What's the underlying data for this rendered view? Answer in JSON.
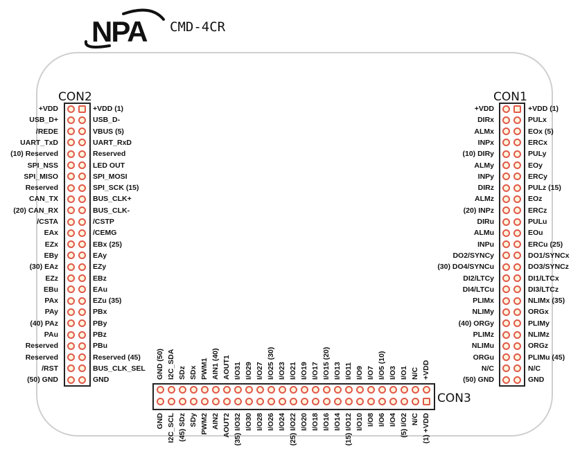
{
  "header": {
    "logo": "NPA",
    "model": "CMD-4CR"
  },
  "colors": {
    "pin_outline": "#e0584a",
    "pin_fill": "#fff6dc",
    "board_outline": "#cfcfcf"
  },
  "con2": {
    "title": "CON2",
    "left": [
      "+VDD",
      "USB_D+",
      "/REDE",
      "UART_TxD",
      "(10) Reserved",
      "SPI_NSS",
      "SPI_MISO",
      "Reserved",
      "CAN_TX",
      "(20) CAN_RX",
      "/CSTA",
      "EAx",
      "EZx",
      "EBy",
      "(30) EAz",
      "EZz",
      "EBu",
      "PAx",
      "PAy",
      "(40) PAz",
      "PAu",
      "Reserved",
      "Reserved",
      "/RST",
      "(50) GND"
    ],
    "right": [
      "+VDD (1)",
      "USB_D-",
      "VBUS (5)",
      "UART_RxD",
      "Reserved",
      "LED OUT",
      "SPI_MOSI",
      "SPI_SCK (15)",
      "BUS_CLK+",
      "BUS_CLK-",
      "/CSTP",
      "/CEMG",
      "EBx (25)",
      "EAy",
      "EZy",
      "EBz",
      "EAu",
      "EZu (35)",
      "PBx",
      "PBy",
      "PBz",
      "PBu",
      "Reserved (45)",
      "BUS_CLK_SEL",
      "GND"
    ]
  },
  "con1": {
    "title": "CON1",
    "left": [
      "+VDD",
      "DIRx",
      "ALMx",
      "INPx",
      "(10) DIRy",
      "ALMy",
      "INPy",
      "DIRz",
      "ALMz",
      "(20) INPz",
      "DIRu",
      "ALMu",
      "INPu",
      "DO2/SYNCy",
      "(30) DO4/SYNCu",
      "DI2/LTCy",
      "DI4/LTCu",
      "PLIMx",
      "NLIMy",
      "(40) ORGy",
      "PLIMz",
      "NLIMu",
      "ORGu",
      "N/C",
      "(50) GND"
    ],
    "right": [
      "+VDD (1)",
      "PULx",
      "EOx (5)",
      "ERCx",
      "PULy",
      "EOy",
      "ERCy",
      "PULz (15)",
      "EOz",
      "ERCz",
      "PULu",
      "EOu",
      "ERCu (25)",
      "DO1/SYNCx",
      "DO3/SYNCz",
      "DI1/LTCx",
      "DI3/LTCz",
      "NLIMx (35)",
      "ORGx",
      "PLIMy",
      "NLIMz",
      "ORGz",
      "PLIMu (45)",
      "N/C",
      "GND"
    ]
  },
  "con3": {
    "title": "CON3",
    "top": [
      "GND (50)",
      "I2C_SDA",
      "SDz",
      "SDx",
      "PWM1",
      "AIN1 (40)",
      "AOUT1",
      "I/O31",
      "I/O29",
      "I/O27",
      "I/O25 (30)",
      "I/O23",
      "I/O21",
      "I/O19",
      "I/O17",
      "I/O15 (20)",
      "I/O13",
      "I/O11",
      "I/O9",
      "I/O7",
      "I/O5 (10)",
      "I/O3",
      "I/O1",
      "N/C",
      "+VDD"
    ],
    "bottom": [
      "GND",
      "I2C_SCL",
      "(45) SDz",
      "SDy",
      "PWM2",
      "AIN2",
      "AOUT2",
      "(35) I/O32",
      "I/O30",
      "I/O28",
      "I/O26",
      "I/O24",
      "(25) I/O22",
      "I/O20",
      "I/O18",
      "I/O16",
      "I/O14",
      "(15) I/O12",
      "I/O10",
      "I/O8",
      "I/O6",
      "I/O4",
      "(5) I/O2",
      "N/C",
      "(1) +VDD"
    ]
  }
}
